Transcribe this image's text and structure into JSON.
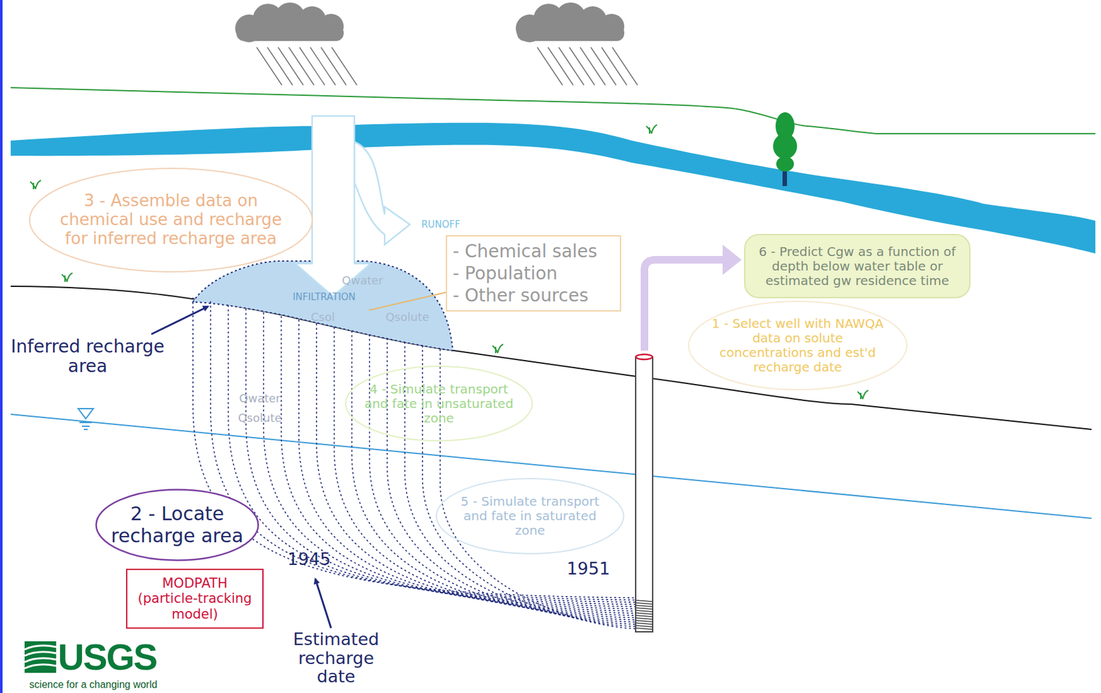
{
  "diagram": {
    "nodes": [
      {
        "text": [
          "3 - Assemble data on chemical use and recharge for inferred recharge area"
        ]
      },
      {
        "text": [
          "- Chemical sales",
          "- Population",
          "- Other sources"
        ]
      },
      {
        "text": [
          "6 - Predict Cgw as a function of depth below water table or estimated gw residence time"
        ]
      },
      {
        "text": [
          "1 - Select well with NAWQA data on solute concentrations and est'd recharge date"
        ]
      },
      {
        "text": [
          "4 - Simulate transport and fate in unsaturated zone"
        ]
      },
      {
        "text": [
          "5 - Simulate transport and fate in saturated zone"
        ]
      },
      {
        "text": [
          "2 - Locate recharge area"
        ]
      },
      {
        "text": [
          "MODPATH (particle-tracking model)"
        ]
      }
    ],
    "labels": [
      "RUNOFF",
      "INFILTRATION",
      "Qwater",
      "Csol",
      "Qsolute",
      "Qwater",
      "Qsolute",
      "Inferred recharge area",
      "1945",
      "1951",
      "Estimated recharge date",
      "USGS",
      "science for a changing world"
    ]
  }
}
